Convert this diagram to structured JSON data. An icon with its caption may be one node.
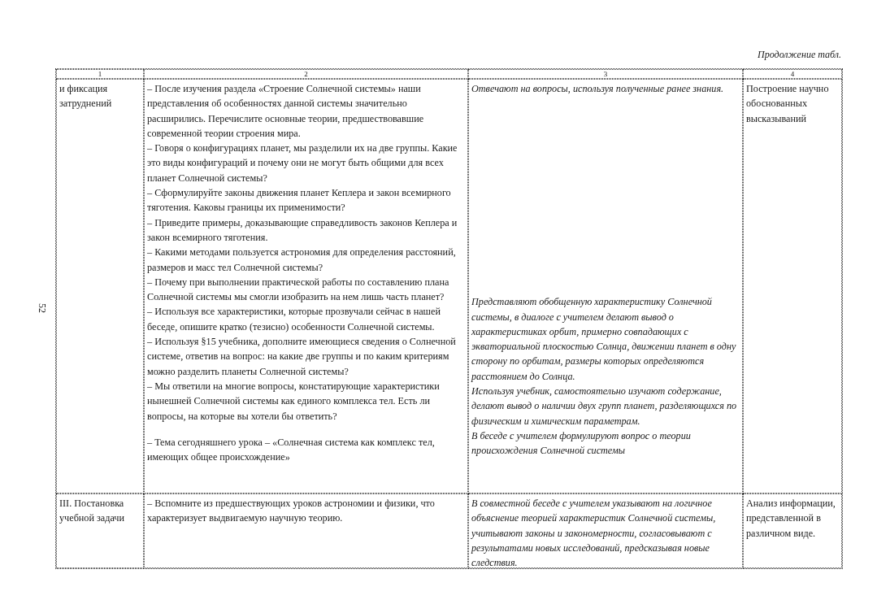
{
  "diagram": {
    "labels": [
      "Продолжение табл.",
      "52",
      "1",
      "2",
      "3",
      "4",
      "и фиксация затруднений",
      "– После изучения раздела «Строение Солнечной системы» наши представления об особенностях данной системы значительно расширились. Перечислите основные теории, предшествовавшие современной теории строения мира.",
      "– Говоря о конфигурациях планет, мы разделили их на две группы. Какие это виды конфигураций и почему они не могут быть общими для всех планет Солнечной системы?",
      "– Сформулируйте законы движения планет Кеплера и закон всемирного тяготения. Каковы границы их применимости?",
      "– Приведите примеры, доказывающие справедливость законов Кеплера и закон всемирного тяготения.",
      "– Какими методами пользуется астрономия для определения расстояний, размеров и масс тел Солнечной системы?",
      "– Почему при выполнении практической работы по составлению плана Солнечной системы мы смогли изобразить на нем лишь часть планет?",
      "– Используя все характеристики, которые прозвучали сейчас в нашей беседе, опишите кратко (тезисно) особенности Солнечной системы.",
      "– Используя §15 учебника, дополните имеющиеся сведения о Солнечной системе, ответив на вопрос: на какие две группы и по каким критериям можно разделить планеты Солнечной системы?",
      "– Мы ответили на многие вопросы, констатирующие характеристики нынешней Солнечной системы как единого комплекса тел. Есть ли вопросы, на которые вы хотели бы ответить?",
      "– Тема сегодняшнего урока – «Солнечная система как комплекс тел, имеющих общее происхождение»",
      "Отвечают на вопросы, используя полученные ранее знания.",
      "Представляют обобщенную характеристику Солнечной системы, в диалоге с учителем делают вывод о характеристиках орбит, примерно совпадающих с экваториальной плоскостью Солнца, движении планет в одну сторону по орбитам, размеры которых определяются расстоянием до Солнца.",
      "Используя учебник, самостоятельно изучают содержание, делают вывод о наличии двух групп планет, разделяющихся по физическим и химическим параметрам.",
      "В беседе с учителем формулируют вопрос о теории происхождения Солнечной системы",
      "Построение научно обоснованных высказываний",
      "III. Постановка учебной задачи",
      "– Вспомните из предшествующих уроков астрономии и физики, что характеризует выдвигаемую научную теорию.",
      "В совместной беседе с учителем указывают на логичное объяснение теорией характеристик Солнечной системы, учитывают законы и закономерности, согласовывают с результатами новых исследований, предсказывая новые следствия.",
      "Анализ информации, представленной в различном виде."
    ]
  }
}
